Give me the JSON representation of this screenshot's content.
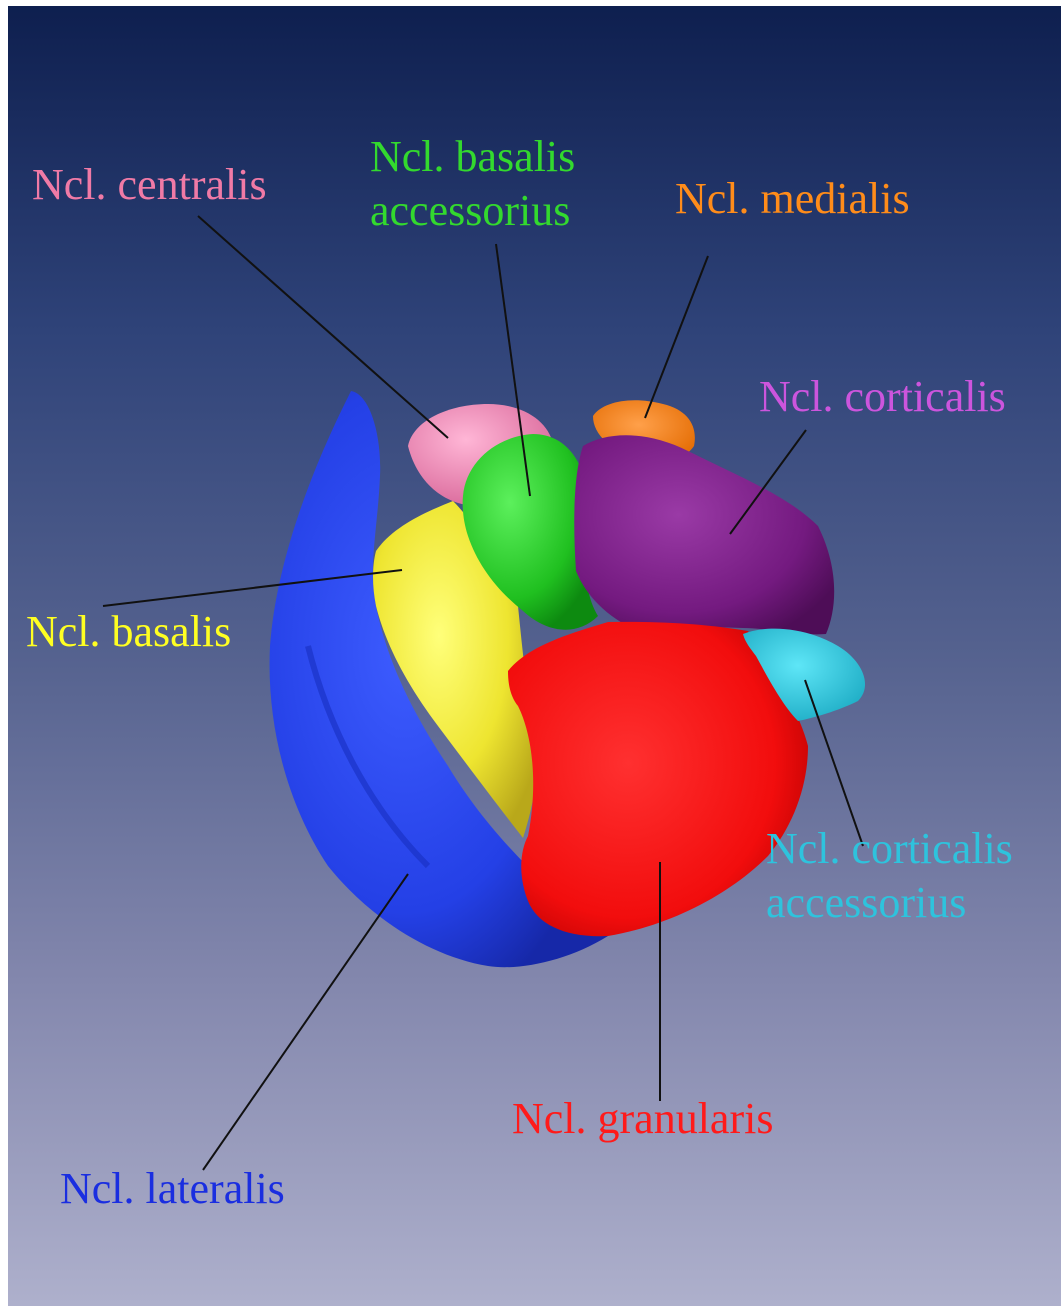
{
  "labels": {
    "centralis": "Ncl. centralis",
    "basalis_accessorius": [
      "Ncl. basalis",
      "accessorius"
    ],
    "medialis": "Ncl. medialis",
    "corticalis": "Ncl. corticalis",
    "basalis": "Ncl. basalis",
    "corticalis_accessorius": [
      "Ncl. corticalis",
      "accessorius"
    ],
    "granularis": "Ncl. granularis",
    "lateralis": "Ncl. lateralis"
  },
  "colors": {
    "background_top": "#0e1f4f",
    "background_bottom": "#aeb0cc",
    "centralis": "#f07aa6",
    "basalis_accessorius": "#33d92e",
    "medialis": "#ff8c1a",
    "corticalis": "#cc55dd",
    "basalis": "#ffff22",
    "corticalis_accessorius": "#2ec3dd",
    "granularis": "#ff1a1a",
    "lateralis": "#1a2ee0",
    "leader_line": "#111111"
  }
}
